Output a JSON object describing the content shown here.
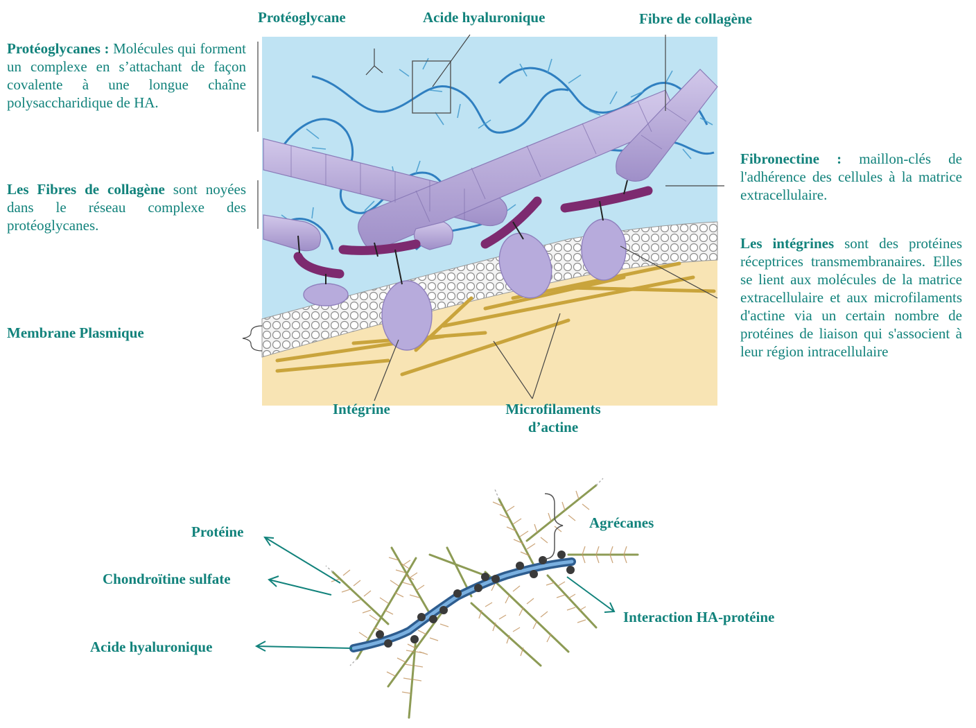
{
  "top_labels": {
    "proteoglycane": "Protéoglycane",
    "acide_hyaluronique": "Acide hyaluronique",
    "fibre_collagene": "Fibre de collagène"
  },
  "left_notes": {
    "proteoglycanes_title": "Protéoglycanes :",
    "proteoglycanes_text": "Molécules qui forment un complexe en s’attachant de façon covalente à une longue chaîne polysaccharidique de HA.",
    "collagene_title": "Les Fibres de collagène",
    "collagene_text": "sont noyées dans le réseau complexe des protéoglycanes.",
    "membrane": "Membrane Plasmique"
  },
  "right_notes": {
    "fibronectine_title": "Fibronectine :",
    "fibronectine_text": "maillon-clés de l'adhérence des cellules à la matrice extracellulaire.",
    "integrines_title": "Les intégrines",
    "integrines_text": "sont des protéines réceptrices transmembranaires. Elles se lient aux molécules de la matrice extracellulaire et aux microfilaments d'actine via un certain nombre de protéines de liaison qui s'associent à leur région intracellulaire"
  },
  "bottom_labels_top_diagram": {
    "integrine": "Intégrine",
    "microfilaments_line1": "Microfilaments",
    "microfilaments_line2": "d’actine"
  },
  "aggregate_labels": {
    "agrecanes": "Agrécanes",
    "proteine": "Protéine",
    "chondroitine": "Chondroïtine sulfate",
    "interaction": "Interaction HA-protéine",
    "acide_hyaluronique": "Acide hyaluronique"
  },
  "colors": {
    "label_teal": "#11827b",
    "ecm_blue": "#bfe3f3",
    "cytoplasm": "#f8e4b4",
    "collagen": "#b4a6d6",
    "fibronectin": "#7d2a6f",
    "actin": "#caa640",
    "hyaluronan": "#3f7fc4"
  }
}
